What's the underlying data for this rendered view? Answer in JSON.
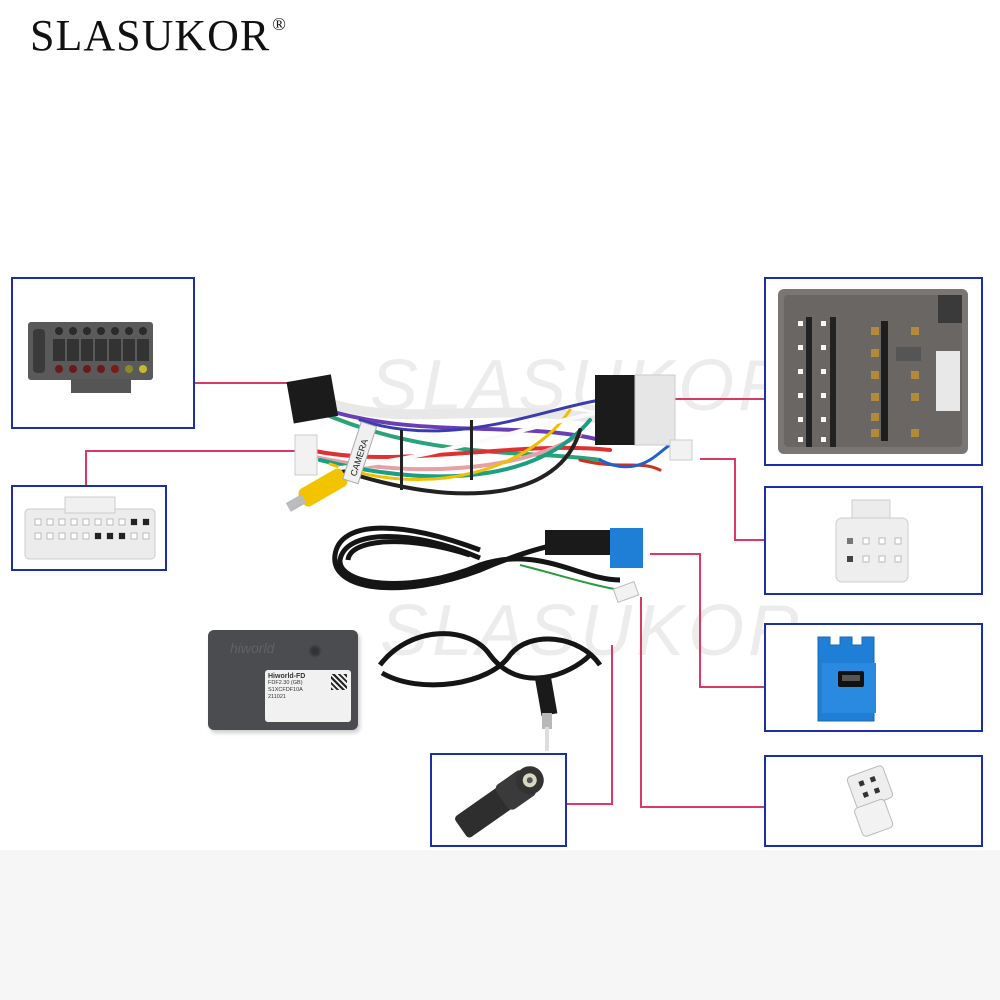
{
  "brand": {
    "name": "SLASUKOR",
    "registered_mark": "®"
  },
  "watermarks": [
    "SLASUKOR",
    "SLASUKOR"
  ],
  "harness": {
    "camera_tag": "CAMERA"
  },
  "module": {
    "logo": "hiworld",
    "label_lines": [
      "Hiworld-FD",
      "FDF2.30 (GB)",
      "S1XCFDF10A",
      "211021"
    ]
  },
  "colors": {
    "box_border": "#1a2fa8",
    "leader_line": "#d93a64",
    "blue_connector": "#1f7fd6"
  }
}
